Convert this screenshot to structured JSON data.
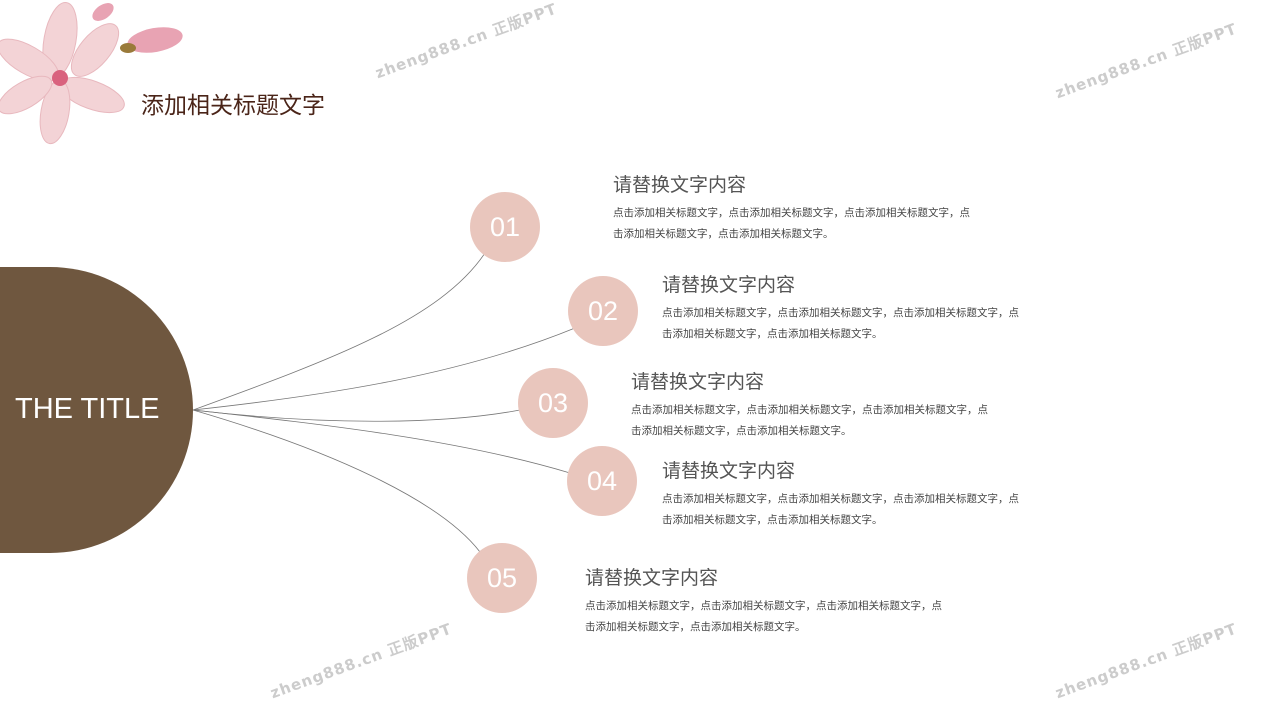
{
  "page_title": "添加相关标题文字",
  "center": {
    "label": "THE TITLE"
  },
  "items": [
    {
      "number": "01",
      "title": "请替换文字内容",
      "desc": "点击添加相关标题文字，点击添加相关标题文字，点击添加相关标题文字，点击添加相关标题文字，点击添加相关标题文字。"
    },
    {
      "number": "02",
      "title": "请替换文字内容",
      "desc": "点击添加相关标题文字，点击添加相关标题文字，点击添加相关标题文字，点击添加相关标题文字，点击添加相关标题文字。"
    },
    {
      "number": "03",
      "title": "请替换文字内容",
      "desc": "点击添加相关标题文字，点击添加相关标题文字，点击添加相关标题文字，点击添加相关标题文字，点击添加相关标题文字。"
    },
    {
      "number": "04",
      "title": "请替换文字内容",
      "desc": "点击添加相关标题文字，点击添加相关标题文字，点击添加相关标题文字，点击添加相关标题文字，点击添加相关标题文字。"
    },
    {
      "number": "05",
      "title": "请替换文字内容",
      "desc": "点击添加相关标题文字，点击添加相关标题文字，点击添加相关标题文字，点击添加相关标题文字，点击添加相关标题文字。"
    }
  ],
  "watermark": "zheng888.cn 正版PPT",
  "colors": {
    "center": "#6f573f",
    "number_circle": "#e9c6bd",
    "title": "#4a2418"
  }
}
